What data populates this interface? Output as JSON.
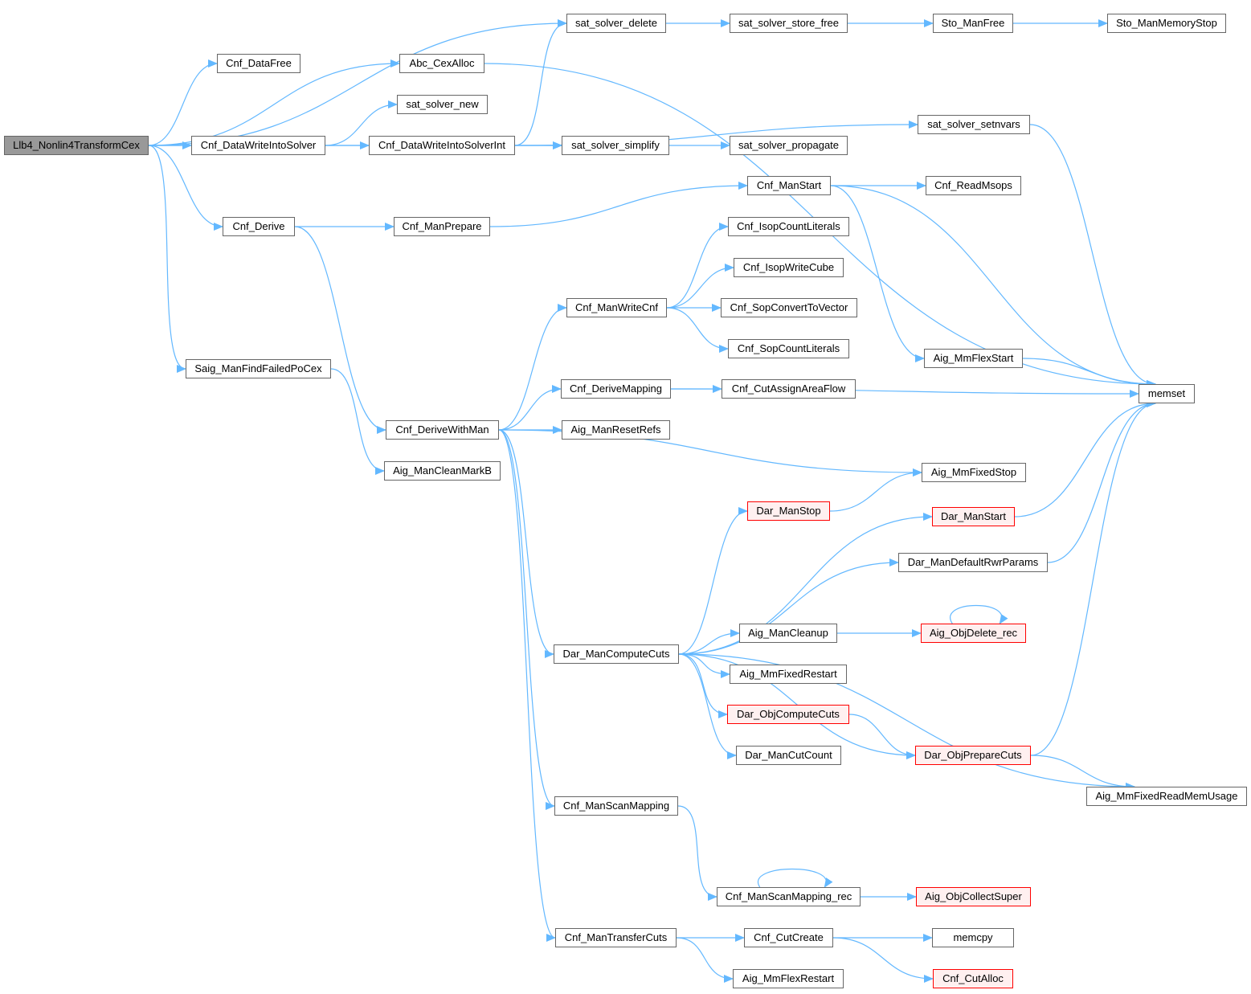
{
  "colors": {
    "edge": "#63b8ff",
    "root_fill": "#999999",
    "red_border": "#ff0000",
    "red_fill": "#fff0f0"
  },
  "nodes": [
    {
      "id": "main",
      "label": "Llb4_Nonlin4TransformCex",
      "style": "root"
    },
    {
      "id": "ssdel",
      "label": "sat_solver_delete"
    },
    {
      "id": "ssfree",
      "label": "sat_solver_store_free"
    },
    {
      "id": "stofree",
      "label": "Sto_ManFree"
    },
    {
      "id": "stomem",
      "label": "Sto_ManMemoryStop"
    },
    {
      "id": "dfree",
      "label": "Cnf_DataFree"
    },
    {
      "id": "cex",
      "label": "Abc_CexAlloc"
    },
    {
      "id": "ssnew",
      "label": "sat_solver_new"
    },
    {
      "id": "ssnv",
      "label": "sat_solver_setnvars"
    },
    {
      "id": "dwis",
      "label": "Cnf_DataWriteIntoSolver"
    },
    {
      "id": "dwisi",
      "label": "Cnf_DataWriteIntoSolverInt"
    },
    {
      "id": "sssimp",
      "label": "sat_solver_simplify"
    },
    {
      "id": "ssprop",
      "label": "sat_solver_propagate"
    },
    {
      "id": "mstart",
      "label": "Cnf_ManStart"
    },
    {
      "id": "msops",
      "label": "Cnf_ReadMsops"
    },
    {
      "id": "derive",
      "label": "Cnf_Derive"
    },
    {
      "id": "mprep",
      "label": "Cnf_ManPrepare"
    },
    {
      "id": "isopcl",
      "label": "Cnf_IsopCountLiterals"
    },
    {
      "id": "isopwc",
      "label": "Cnf_IsopWriteCube"
    },
    {
      "id": "mwcnf",
      "label": "Cnf_ManWriteCnf"
    },
    {
      "id": "sopcv",
      "label": "Cnf_SopConvertToVector"
    },
    {
      "id": "sopcl",
      "label": "Cnf_SopCountLiterals"
    },
    {
      "id": "flexstart",
      "label": "Aig_MmFlexStart"
    },
    {
      "id": "saig",
      "label": "Saig_ManFindFailedPoCex"
    },
    {
      "id": "memset",
      "label": "memset"
    },
    {
      "id": "dmap",
      "label": "Cnf_DeriveMapping"
    },
    {
      "id": "caaf",
      "label": "Cnf_CutAssignAreaFlow"
    },
    {
      "id": "dwm",
      "label": "Cnf_DeriveWithMan"
    },
    {
      "id": "resetrefs",
      "label": "Aig_ManResetRefs"
    },
    {
      "id": "cmb",
      "label": "Aig_ManCleanMarkB"
    },
    {
      "id": "fixstop",
      "label": "Aig_MmFixedStop"
    },
    {
      "id": "darstop",
      "label": "Dar_ManStop",
      "style": "red"
    },
    {
      "id": "darstart",
      "label": "Dar_ManStart",
      "style": "red"
    },
    {
      "id": "rwr",
      "label": "Dar_ManDefaultRwrParams"
    },
    {
      "id": "cleanup",
      "label": "Aig_ManCleanup"
    },
    {
      "id": "objdel",
      "label": "Aig_ObjDelete_rec",
      "style": "red"
    },
    {
      "id": "dcc",
      "label": "Dar_ManComputeCuts"
    },
    {
      "id": "fixrestart",
      "label": "Aig_MmFixedRestart"
    },
    {
      "id": "occ",
      "label": "Dar_ObjComputeCuts",
      "style": "red"
    },
    {
      "id": "cutcount",
      "label": "Dar_ManCutCount"
    },
    {
      "id": "opc",
      "label": "Dar_ObjPrepareCuts",
      "style": "red"
    },
    {
      "id": "memusage",
      "label": "Aig_MmFixedReadMemUsage"
    },
    {
      "id": "scan",
      "label": "Cnf_ManScanMapping"
    },
    {
      "id": "scanrec",
      "label": "Cnf_ManScanMapping_rec"
    },
    {
      "id": "collect",
      "label": "Aig_ObjCollectSuper",
      "style": "red"
    },
    {
      "id": "transfer",
      "label": "Cnf_ManTransferCuts"
    },
    {
      "id": "cutcreate",
      "label": "Cnf_CutCreate"
    },
    {
      "id": "memcpy",
      "label": "memcpy"
    },
    {
      "id": "flexrestart",
      "label": "Aig_MmFlexRestart"
    },
    {
      "id": "cutalloc",
      "label": "Cnf_CutAlloc",
      "style": "red"
    }
  ],
  "edges": [
    [
      "main",
      "ssdel"
    ],
    [
      "main",
      "dfree"
    ],
    [
      "main",
      "cex"
    ],
    [
      "main",
      "dwis"
    ],
    [
      "main",
      "sssimp"
    ],
    [
      "main",
      "derive"
    ],
    [
      "main",
      "saig"
    ],
    [
      "cex",
      "memset"
    ],
    [
      "dwis",
      "ssnew"
    ],
    [
      "dwis",
      "dwisi"
    ],
    [
      "dwisi",
      "ssdel"
    ],
    [
      "dwisi",
      "ssnv"
    ],
    [
      "dwisi",
      "sssimp"
    ],
    [
      "ssdel",
      "ssfree"
    ],
    [
      "ssfree",
      "stofree"
    ],
    [
      "stofree",
      "stomem"
    ],
    [
      "sssimp",
      "ssprop"
    ],
    [
      "ssnv",
      "memset"
    ],
    [
      "derive",
      "mprep"
    ],
    [
      "derive",
      "dwm"
    ],
    [
      "mprep",
      "mstart"
    ],
    [
      "mstart",
      "msops"
    ],
    [
      "mstart",
      "flexstart"
    ],
    [
      "mstart",
      "memset"
    ],
    [
      "mwcnf",
      "isopcl"
    ],
    [
      "mwcnf",
      "isopwc"
    ],
    [
      "mwcnf",
      "sopcv"
    ],
    [
      "mwcnf",
      "sopcl"
    ],
    [
      "flexstart",
      "memset"
    ],
    [
      "saig",
      "cmb"
    ],
    [
      "dwm",
      "mwcnf"
    ],
    [
      "dwm",
      "dmap"
    ],
    [
      "dwm",
      "resetrefs"
    ],
    [
      "dwm",
      "fixstop"
    ],
    [
      "dwm",
      "dcc"
    ],
    [
      "dwm",
      "scan"
    ],
    [
      "dwm",
      "transfer"
    ],
    [
      "dmap",
      "caaf"
    ],
    [
      "dmap",
      "memset"
    ],
    [
      "darstop",
      "fixstop"
    ],
    [
      "darstart",
      "memset"
    ],
    [
      "rwr",
      "memset"
    ],
    [
      "dcc",
      "darstop"
    ],
    [
      "dcc",
      "darstart"
    ],
    [
      "dcc",
      "rwr"
    ],
    [
      "dcc",
      "cleanup"
    ],
    [
      "dcc",
      "fixrestart"
    ],
    [
      "dcc",
      "occ"
    ],
    [
      "dcc",
      "cutcount"
    ],
    [
      "dcc",
      "opc"
    ],
    [
      "dcc",
      "memusage"
    ],
    [
      "cleanup",
      "objdel"
    ],
    [
      "objdel",
      "objdel"
    ],
    [
      "occ",
      "opc"
    ],
    [
      "opc",
      "memset"
    ],
    [
      "opc",
      "memusage"
    ],
    [
      "scan",
      "scanrec"
    ],
    [
      "scanrec",
      "scanrec"
    ],
    [
      "scanrec",
      "collect"
    ],
    [
      "transfer",
      "cutcreate"
    ],
    [
      "transfer",
      "flexrestart"
    ],
    [
      "cutcreate",
      "memcpy"
    ],
    [
      "cutcreate",
      "cutalloc"
    ]
  ]
}
